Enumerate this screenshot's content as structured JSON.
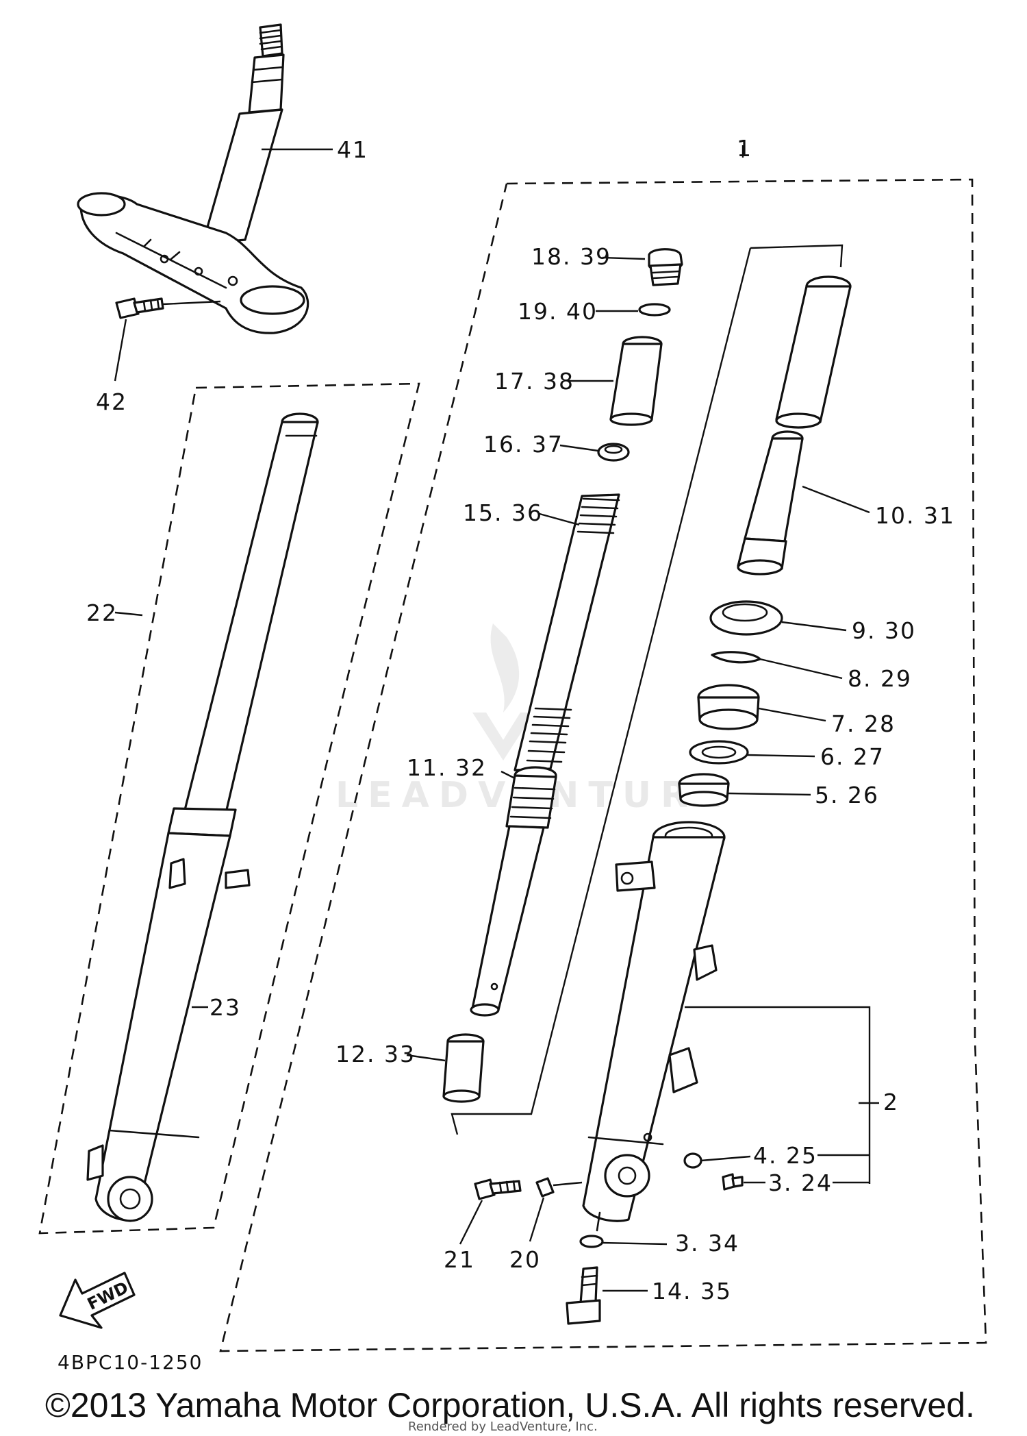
{
  "labels": {
    "p1": "1",
    "p2": "2",
    "p3_24": "3. 24",
    "p3_34": "3. 34",
    "p4_25": "4. 25",
    "p5_26": "5. 26",
    "p6_27": "6. 27",
    "p7_28": "7. 28",
    "p8_29": "8. 29",
    "p9_30": "9. 30",
    "p10_31": "10. 31",
    "p11_32": "11. 32",
    "p12_33": "12. 33",
    "p14_35": "14. 35",
    "p15_36": "15. 36",
    "p16_37": "16. 37",
    "p17_38": "17. 38",
    "p18_39": "18. 39",
    "p19_40": "19. 40",
    "p20": "20",
    "p21": "21",
    "p22": "22",
    "p23": "23",
    "p41": "41",
    "p42": "42"
  },
  "fwd_label": "FWD",
  "diagram_code": "4BPC10-1250",
  "copyright": "©2013 Yamaha Motor Corporation, U.S.A. All rights reserved.",
  "watermark": "LEADVENTURE",
  "rendered_by": "Rendered by LeadVenture, Inc."
}
